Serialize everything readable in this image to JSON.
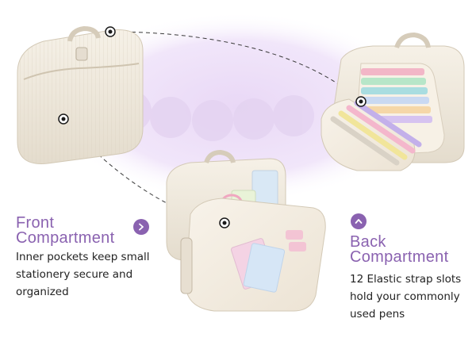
{
  "front": {
    "title_line1": "Front",
    "title_line2": "Compartment",
    "desc_line1": "Inner pockets keep small",
    "desc_line2": "stationery secure and",
    "desc_line3": "organized",
    "badge_icon": "chevron-right-icon"
  },
  "back": {
    "title_line1": "Back",
    "title_line2": "Compartment",
    "desc_line1": "12 Elastic strap slots",
    "desc_line2": "hold your commonly",
    "desc_line3": "used pens",
    "badge_icon": "chevron-up-icon"
  },
  "colors": {
    "accent": "#8a62b0",
    "glow": "#eadcf5",
    "case": "#efe8db",
    "text": "#222222"
  }
}
